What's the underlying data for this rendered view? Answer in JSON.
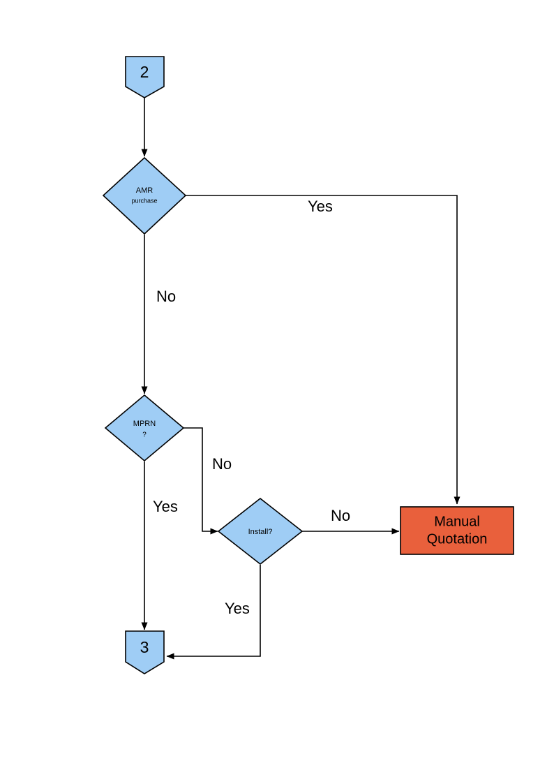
{
  "diagram": {
    "title": "AMR purchase / MPRN / Install decision flow",
    "background_color": "#ffffff",
    "node_fill_blue": "#9FCDF5",
    "node_fill_orange": "#E9603C",
    "node_stroke": "#000000",
    "connector_color": "#000000"
  },
  "nodes": {
    "start_connector": {
      "id": "2",
      "label": "2",
      "shape": "pentagon-connector",
      "fill": "#9FCDF5"
    },
    "amr_decision": {
      "label_line1": "AMR",
      "label_line2": "purchase",
      "shape": "diamond",
      "fill": "#9FCDF5"
    },
    "mprn_decision": {
      "label_line1": "MPRN",
      "label_line2": "?",
      "shape": "diamond",
      "fill": "#9FCDF5"
    },
    "install_decision": {
      "label_line1": "Install?",
      "shape": "diamond",
      "fill": "#9FCDF5"
    },
    "manual_quotation": {
      "label_line1": "Manual",
      "label_line2": "Quotation",
      "shape": "rectangle",
      "fill": "#E9603C"
    },
    "end_connector": {
      "id": "3",
      "label": "3",
      "shape": "pentagon-connector",
      "fill": "#9FCDF5"
    }
  },
  "edges": [
    {
      "name": "start-to-amr",
      "from": "2",
      "to": "AMR purchase",
      "label": ""
    },
    {
      "name": "amr-yes-to-manual",
      "from": "AMR purchase",
      "to": "Manual Quotation",
      "label": "Yes"
    },
    {
      "name": "amr-no-to-mprn",
      "from": "AMR purchase",
      "to": "MPRN ?",
      "label": "No"
    },
    {
      "name": "mprn-no-to-install",
      "from": "MPRN ?",
      "to": "Install?",
      "label": "No"
    },
    {
      "name": "mprn-yes-to-end",
      "from": "MPRN ?",
      "to": "3",
      "label": "Yes"
    },
    {
      "name": "install-no-to-manual",
      "from": "Install?",
      "to": "Manual Quotation",
      "label": "No"
    },
    {
      "name": "install-yes-to-end",
      "from": "Install?",
      "to": "3",
      "label": "Yes"
    }
  ],
  "labels": {
    "amr_yes": "Yes",
    "amr_no": "No",
    "mprn_no": "No",
    "mprn_yes": "Yes",
    "install_no": "No",
    "install_yes": "Yes"
  }
}
